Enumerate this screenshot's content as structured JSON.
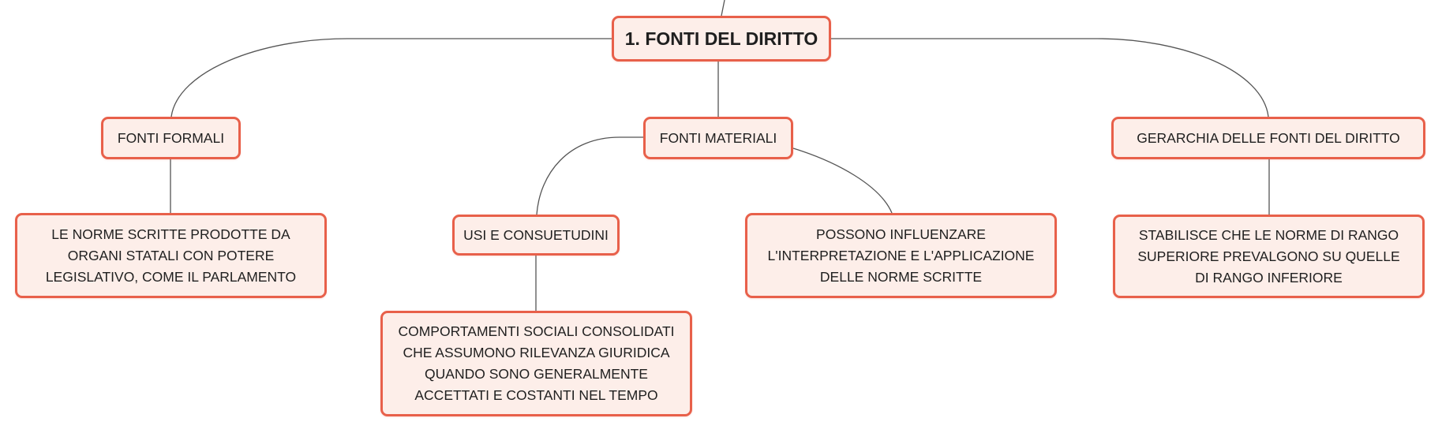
{
  "mindmap": {
    "root": {
      "label": "1. FONTI DEL DIRITTO"
    },
    "fonti_formali": {
      "label": "FONTI FORMALI",
      "detail": "LE NORME SCRITTE PRODOTTE DA ORGANI STATALI CON POTERE LEGISLATIVO, COME IL PARLAMENTO"
    },
    "fonti_materiali": {
      "label": "FONTI MATERIALI",
      "usi": {
        "label": "USI E CONSUETUDINI",
        "detail": "COMPORTAMENTI SOCIALI CONSOLIDATI CHE ASSUMONO RILEVANZA GIURIDICA QUANDO SONO GENERALMENTE ACCETTATI E COSTANTI NEL TEMPO"
      },
      "detail": "POSSONO INFLUENZARE L'INTERPRETAZIONE E L'APPLICAZIONE DELLE NORME SCRITTE"
    },
    "gerarchia": {
      "label": "GERARCHIA DELLE FONTI DEL DIRITTO",
      "detail": "STABILISCE CHE LE NORME DI RANGO SUPERIORE PREVALGONO SU QUELLE DI RANGO INFERIORE"
    }
  },
  "colors": {
    "node_fill": "#fdeee9",
    "node_border": "#e8604a",
    "connector": "#555555",
    "text": "#1f1f1f"
  }
}
